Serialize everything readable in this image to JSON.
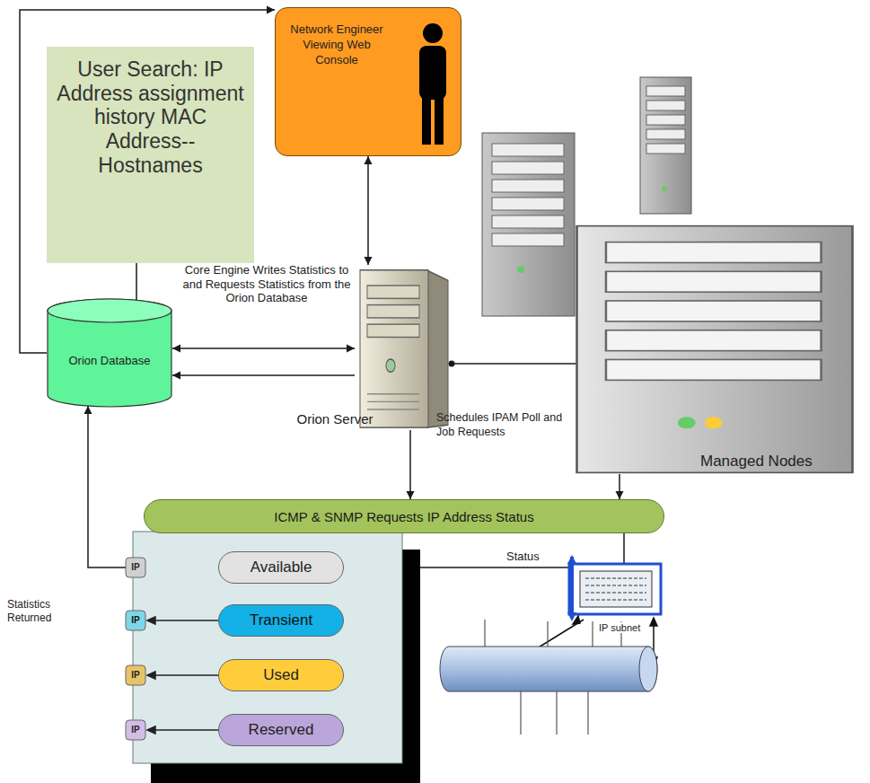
{
  "diagram": {
    "nodes": [
      {
        "text": [
          "User Search: IP Address assignment history MAC Address-- Hostnames"
        ]
      },
      {
        "text": [
          "Network Engineer Viewing Web Console"
        ]
      },
      {
        "text": [
          "Orion Database"
        ]
      },
      {
        "text": [
          "Orion Server"
        ]
      },
      {
        "text": [
          "Managed Nodes"
        ]
      },
      {
        "text": [
          "ICMP & SNMP Requests IP Address Status"
        ]
      },
      {
        "text": [
          "Available"
        ]
      },
      {
        "text": [
          "Transient"
        ]
      },
      {
        "text": [
          "Used"
        ]
      },
      {
        "text": [
          "Reserved"
        ]
      }
    ],
    "edges": [
      {
        "from": 1,
        "to": 3,
        "arrow": "both"
      },
      {
        "from": 2,
        "to": 1,
        "arrow": "to"
      },
      {
        "from": 0,
        "to": 2,
        "arrow": "none"
      },
      {
        "from": 2,
        "to": 3,
        "label": "Core Engine Writes Statistics to and Requests Statistics from the Orion Database",
        "arrow": "both"
      },
      {
        "from": 3,
        "to": 2,
        "arrow": "to"
      },
      {
        "from": 3,
        "to": 4,
        "arrow": "none"
      },
      {
        "from": 3,
        "to": 5,
        "label": "Schedules IPAM Poll and Job Requests",
        "arrow": "to"
      },
      {
        "from": 4,
        "to": 5,
        "arrow": "to"
      },
      {
        "from": 6,
        "to": 7,
        "arrow": "to"
      },
      {
        "from": 6,
        "to": 2,
        "label": "Statistics Returned",
        "arrow": "to"
      },
      {
        "from": 5,
        "to": 6,
        "label": "Status",
        "arrow": "to"
      }
    ],
    "labels": [
      "IP",
      "IP",
      "IP",
      "IP",
      "IP subnet"
    ]
  }
}
